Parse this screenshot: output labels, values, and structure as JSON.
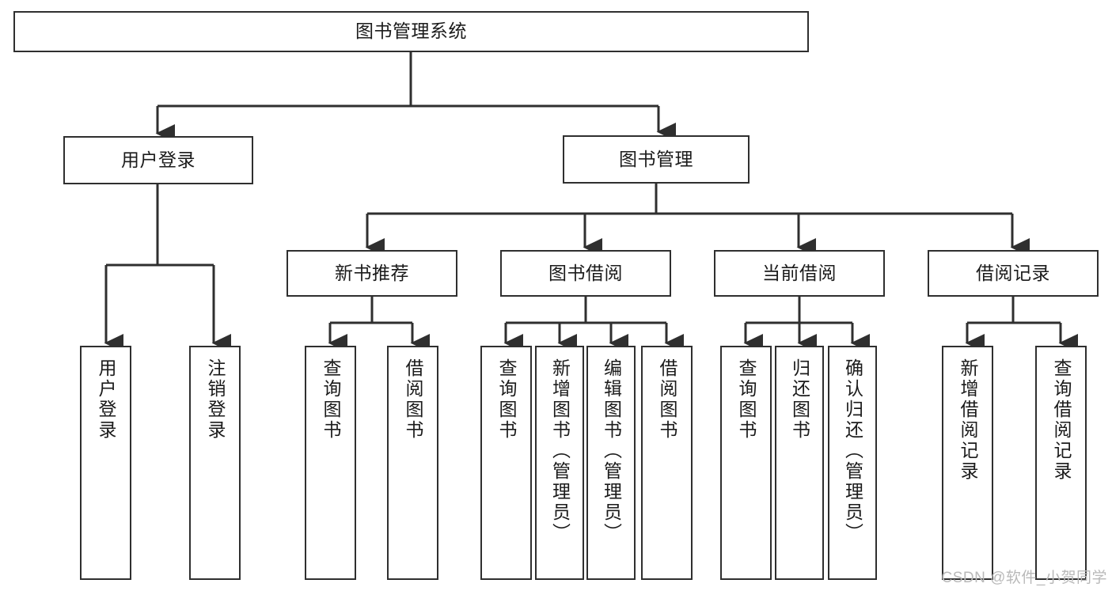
{
  "diagram": {
    "title": "图书管理系统",
    "type": "tree",
    "stroke_color": "#2f2f2f",
    "background_color": "#ffffff",
    "watermark": "CSDN @软件_小贺同学",
    "nodes": {
      "root": {
        "label": "图书管理系统"
      },
      "l1": [
        {
          "label": "用户登录"
        },
        {
          "label": "图书管理"
        }
      ],
      "l2": [
        {
          "label": "新书推荐"
        },
        {
          "label": "图书借阅"
        },
        {
          "label": "当前借阅"
        },
        {
          "label": "借阅记录"
        }
      ],
      "leaves_user_login": [
        {
          "label": "用户登录"
        },
        {
          "label": "注销登录"
        }
      ],
      "leaves_new_book": [
        {
          "label": "查询图书"
        },
        {
          "label": "借阅图书"
        }
      ],
      "leaves_borrow": [
        {
          "label": "查询图书"
        },
        {
          "label": "新增图书（管理员）"
        },
        {
          "label": "编辑图书（管理员）"
        },
        {
          "label": "借阅图书"
        }
      ],
      "leaves_current": [
        {
          "label": "查询图书"
        },
        {
          "label": "归还图书"
        },
        {
          "label": "确认归还（管理员）"
        }
      ],
      "leaves_records": [
        {
          "label": "新增借阅记录"
        },
        {
          "label": "查询借阅记录"
        }
      ]
    }
  }
}
